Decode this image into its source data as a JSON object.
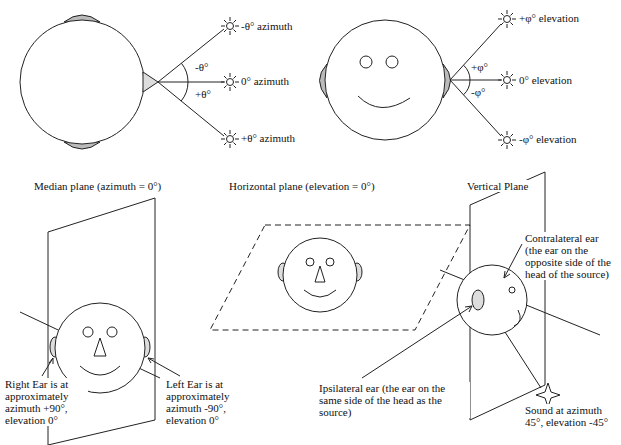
{
  "diagram": {
    "labels": [
      "-θ° azimuth",
      "0° azimuth",
      "+θ° azimuth",
      "-θ°",
      "+θ°",
      "+φ° elevation",
      "0° elevation",
      "-φ° elevation",
      "+φ°",
      "-φ°",
      "Median plane (azimuth = 0°)",
      "Horizontal plane (elevation = 0°)",
      "Vertical Plane",
      "Contralateral ear (the ear on the opposite side of the head of the source)",
      "Right Ear is at approximately azimuth +90°, elevation 0°",
      "Left Ear is at approximately azimuth -90°, elevation 0°",
      "Ipsilateral ear (the ear on the same side of the head as the source)",
      "Sound at azimuth 45°, elevation -45°"
    ]
  }
}
